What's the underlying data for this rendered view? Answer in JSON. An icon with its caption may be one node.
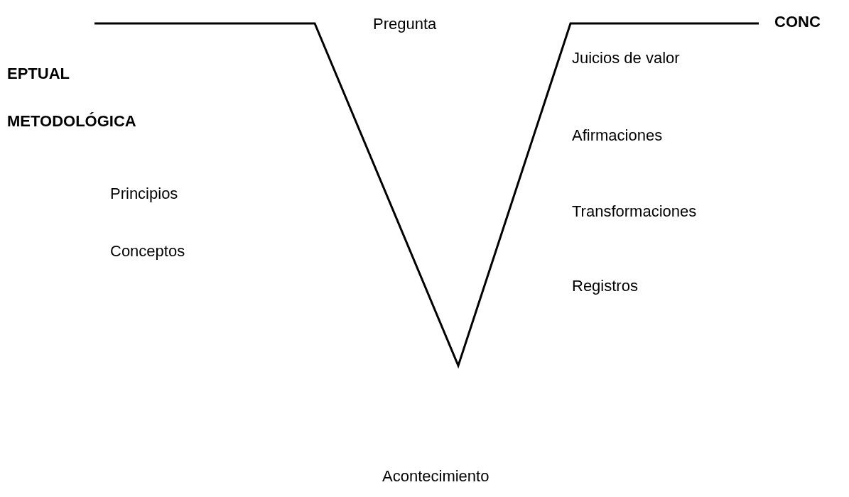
{
  "diagram": {
    "labels": [
      "CONC",
      "Pregunta",
      "Juicios de valor",
      "EPTUAL",
      "METODOLÓGICA",
      "Afirmaciones",
      "Principios",
      "Transformaciones",
      "Conceptos",
      "Registros",
      "Acontecimiento"
    ]
  }
}
